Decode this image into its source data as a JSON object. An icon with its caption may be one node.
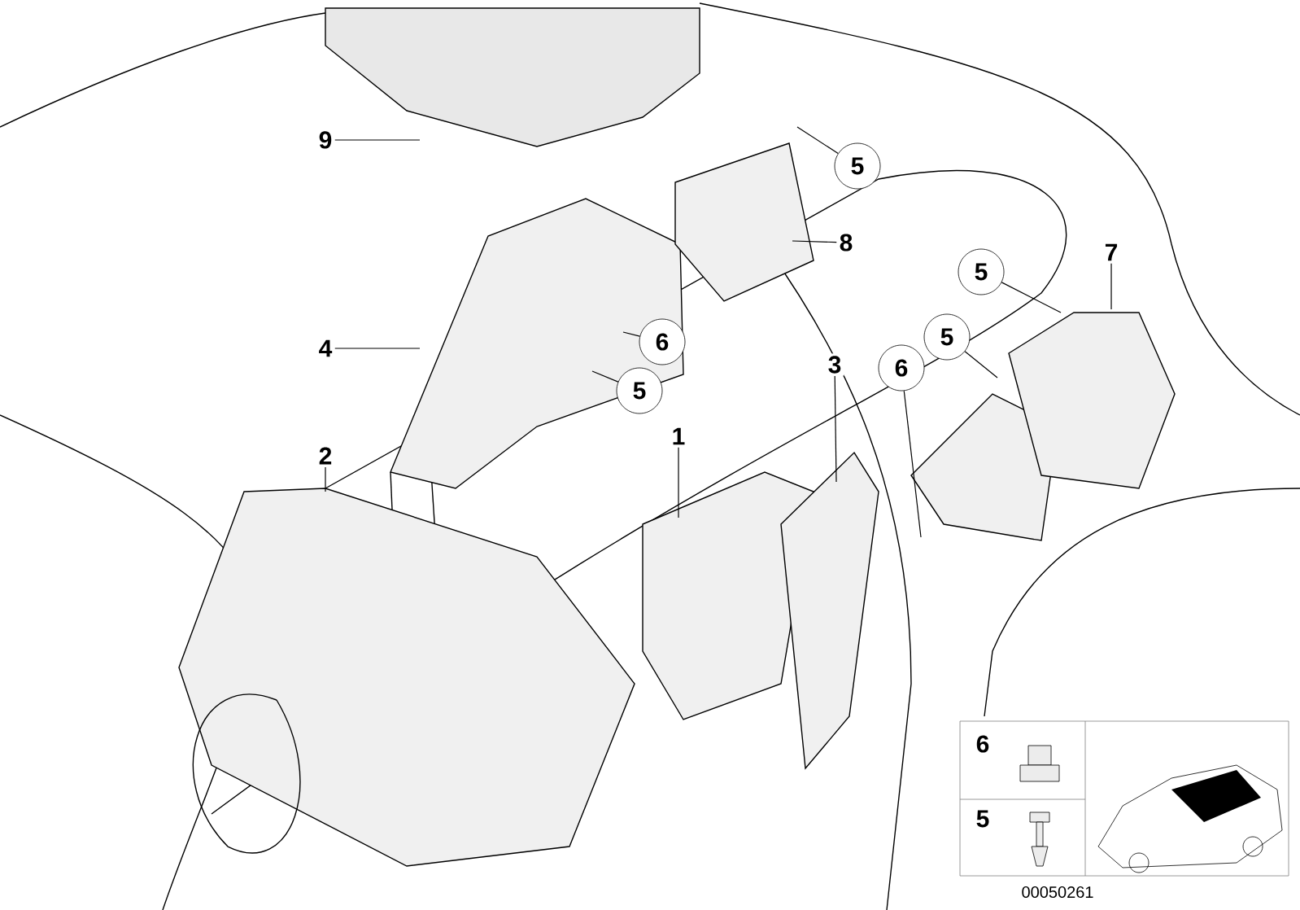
{
  "diagram": {
    "nodes": [
      {
        "text": [
          "9"
        ]
      },
      {
        "text": [
          "5"
        ]
      },
      {
        "text": [
          "8"
        ]
      },
      {
        "text": [
          "4"
        ]
      },
      {
        "text": [
          "6"
        ]
      },
      {
        "text": [
          "5"
        ]
      },
      {
        "text": [
          "2"
        ]
      },
      {
        "text": [
          "1"
        ]
      },
      {
        "text": [
          "3"
        ]
      },
      {
        "text": [
          "6"
        ]
      },
      {
        "text": [
          "5"
        ]
      },
      {
        "text": [
          "5"
        ]
      },
      {
        "text": [
          "7"
        ]
      }
    ],
    "edges": [
      {
        "from": 0,
        "to": null,
        "arrow": "none"
      },
      {
        "from": 1,
        "to": null,
        "arrow": "none"
      },
      {
        "from": 2,
        "to": null,
        "arrow": "none"
      },
      {
        "from": 3,
        "to": null,
        "arrow": "none"
      },
      {
        "from": 4,
        "to": null,
        "arrow": "none"
      },
      {
        "from": 5,
        "to": null,
        "arrow": "none"
      },
      {
        "from": 6,
        "to": null,
        "arrow": "none"
      },
      {
        "from": 7,
        "to": null,
        "arrow": "none"
      },
      {
        "from": 8,
        "to": null,
        "arrow": "none"
      },
      {
        "from": 9,
        "to": null,
        "arrow": "none"
      },
      {
        "from": 10,
        "to": null,
        "arrow": "none"
      },
      {
        "from": 11,
        "to": null,
        "arrow": "none"
      },
      {
        "from": 12,
        "to": null,
        "arrow": "none"
      }
    ],
    "labels": [
      "6",
      "5",
      "00050261"
    ]
  }
}
